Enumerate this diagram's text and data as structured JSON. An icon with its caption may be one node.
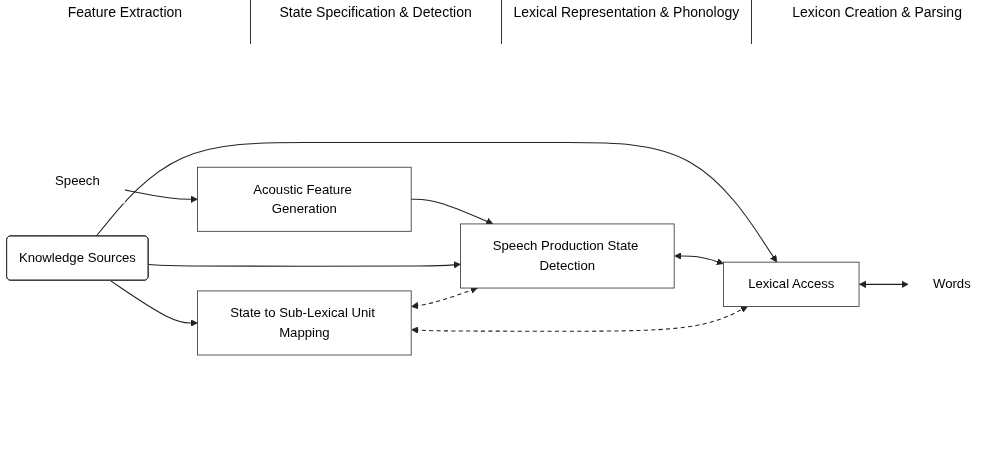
{
  "diagram": {
    "nodes": [
      {
        "text": [
          "Knowledge Sources"
        ]
      },
      {
        "text": [
          "Speech"
        ]
      },
      {
        "text": [
          "Acoustic Feature Generation"
        ]
      },
      {
        "text": [
          "Speech Production State Detection"
        ]
      },
      {
        "text": [
          "Lexical Access"
        ]
      },
      {
        "text": [
          "Words"
        ]
      },
      {
        "text": [
          "State to Sub-Lexical Unit Mapping"
        ]
      }
    ],
    "edges": [
      {
        "from": 1,
        "to": 2,
        "arrow": "to"
      },
      {
        "from": 2,
        "to": 3,
        "arrow": "to"
      },
      {
        "from": 0,
        "to": 3,
        "arrow": "to"
      },
      {
        "from": 0,
        "to": 4,
        "arrow": "to"
      },
      {
        "from": 0,
        "to": 6,
        "arrow": "to"
      },
      {
        "from": 3,
        "to": 4,
        "arrow": "both"
      },
      {
        "from": 4,
        "to": 5,
        "arrow": "both"
      },
      {
        "from": 6,
        "to": 3,
        "arrow": "both",
        "style": "dashed"
      },
      {
        "from": 6,
        "to": 4,
        "arrow": "both",
        "style": "dashed"
      }
    ],
    "labels": [
      "Feature Extraction",
      "State Specification & Detection",
      "Lexical Representation & Phonology",
      "Lexicon Creation & Parsing"
    ]
  }
}
